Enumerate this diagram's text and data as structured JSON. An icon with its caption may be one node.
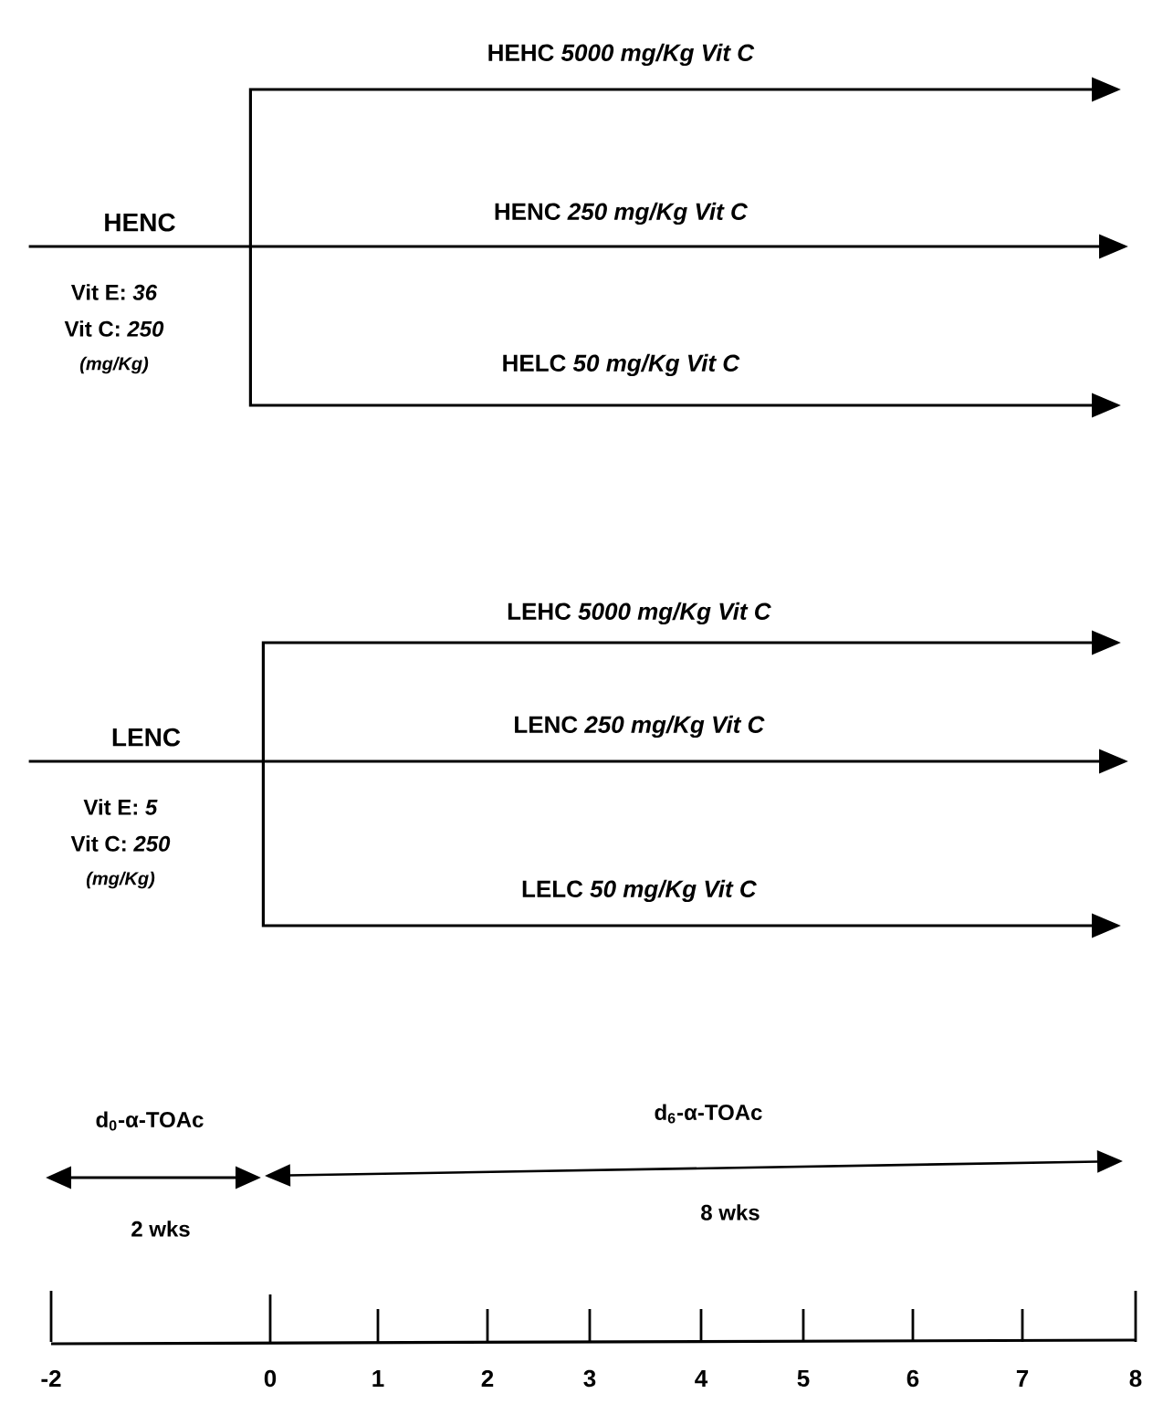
{
  "diagram": {
    "nodes": [
      {
        "text": [
          "HENC"
        ],
        "beside": [
          "Vit E: *36*",
          "Vit C: *250*",
          "(mg/Kg)"
        ]
      },
      {
        "text": [
          "LENC"
        ],
        "beside": [
          "Vit E: *5*",
          "Vit C: *250*",
          "(mg/Kg)"
        ]
      }
    ],
    "edges": [
      {
        "from": 0,
        "to": null,
        "arrow": "to",
        "label": "HEHC *5000 mg/Kg Vit C*"
      },
      {
        "from": 0,
        "to": null,
        "arrow": "to",
        "label": "HENC *250 mg/Kg Vit C*"
      },
      {
        "from": 0,
        "to": null,
        "arrow": "to",
        "label": "HELC *50 mg/Kg Vit C*"
      },
      {
        "from": 1,
        "to": null,
        "arrow": "to",
        "label": "LEHC *5000 mg/Kg Vit C*"
      },
      {
        "from": 1,
        "to": null,
        "arrow": "to",
        "label": "LENC *250 mg/Kg Vit C*"
      },
      {
        "from": 1,
        "to": null,
        "arrow": "to",
        "label": "LELC *50 mg/Kg Vit C*"
      }
    ],
    "labels": [
      "d$_{0}$-α-TOAc",
      "d$_{6}$-α-TOAc",
      "2 wks",
      "8 wks",
      "-2",
      "0",
      "1",
      "2",
      "3",
      "4",
      "5",
      "6",
      "7",
      "8"
    ]
  }
}
